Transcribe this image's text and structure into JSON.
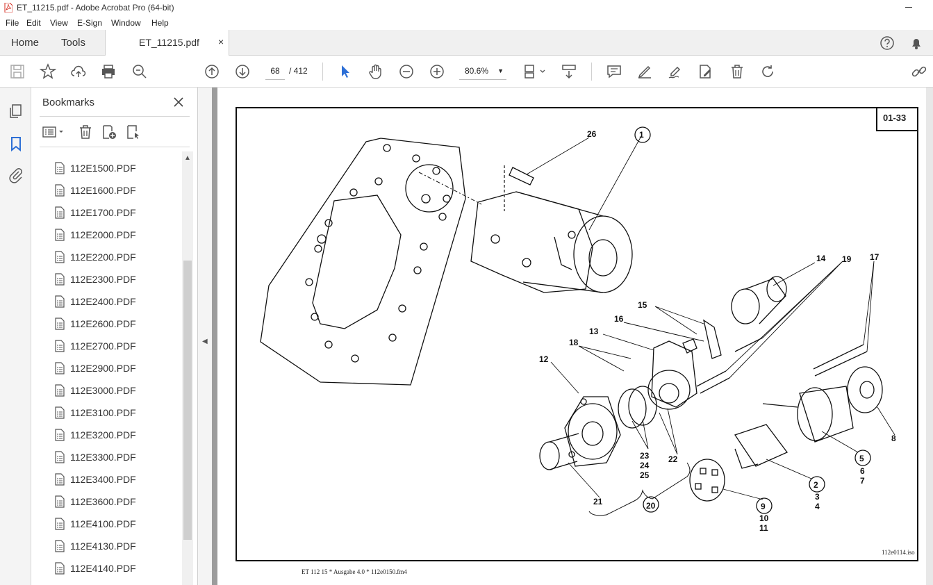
{
  "window": {
    "title": "ET_11215.pdf - Adobe Acrobat Pro (64-bit)"
  },
  "menu": [
    "File",
    "Edit",
    "View",
    "E-Sign",
    "Window",
    "Help"
  ],
  "tabs": {
    "home": "Home",
    "tools": "Tools",
    "document": "ET_11215.pdf",
    "close": "×"
  },
  "toolbar": {
    "page_current": "68",
    "page_total": "/ 412",
    "zoom": "80.6%"
  },
  "bookmarks": {
    "title": "Bookmarks",
    "items": [
      "112E1500.PDF",
      "112E1600.PDF",
      "112E1700.PDF",
      "112E2000.PDF",
      "112E2200.PDF",
      "112E2300.PDF",
      "112E2400.PDF",
      "112E2600.PDF",
      "112E2700.PDF",
      "112E2900.PDF",
      "112E3000.PDF",
      "112E3100.PDF",
      "112E3200.PDF",
      "112E3300.PDF",
      "112E3400.PDF",
      "112E3600.PDF",
      "112E4100.PDF",
      "112E4130.PDF",
      "112E4140.PDF"
    ]
  },
  "document": {
    "page_label": "01-33",
    "figure_id": "112e0114.iso",
    "footer": "ET 112 15 * Ausgabe 4.0 * 112e0150.fm4",
    "callouts": {
      "c1": "1",
      "c26": "26",
      "c14": "14",
      "c19": "19",
      "c17": "17",
      "c15": "15",
      "c16": "16",
      "c13": "13",
      "c18": "18",
      "c12": "12",
      "c8": "8",
      "c5": "5",
      "c6": "6",
      "c7": "7",
      "c2": "2",
      "c3": "3",
      "c4": "4",
      "c23": "23",
      "c24": "24",
      "c25": "25",
      "c22": "22",
      "c21": "21",
      "c20": "20",
      "c9": "9",
      "c10": "10",
      "c11": "11"
    }
  },
  "colors": {
    "accent": "#2d6fd6",
    "pdf_red": "#d62b1f"
  }
}
